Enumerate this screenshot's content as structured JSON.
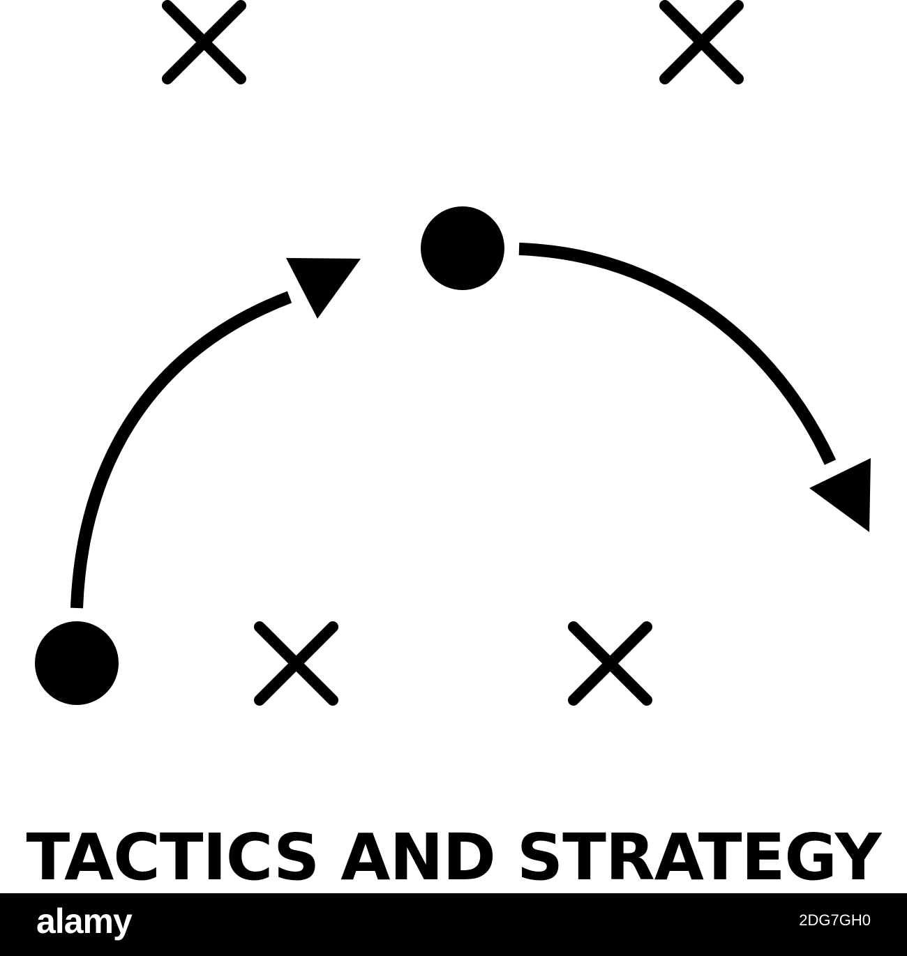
{
  "caption": {
    "text": "TACTICS AND STRATEGY"
  },
  "watermark": {
    "brand": "alamy",
    "image_code": "2DG7GH0"
  },
  "colors": {
    "ink": "#000000",
    "background": "#ffffff",
    "watermark_text": "#ffffff"
  },
  "icons": {
    "defenders": "x-mark-icon",
    "players": "filled-circle-icon",
    "moves": "curved-arrow-icon"
  }
}
